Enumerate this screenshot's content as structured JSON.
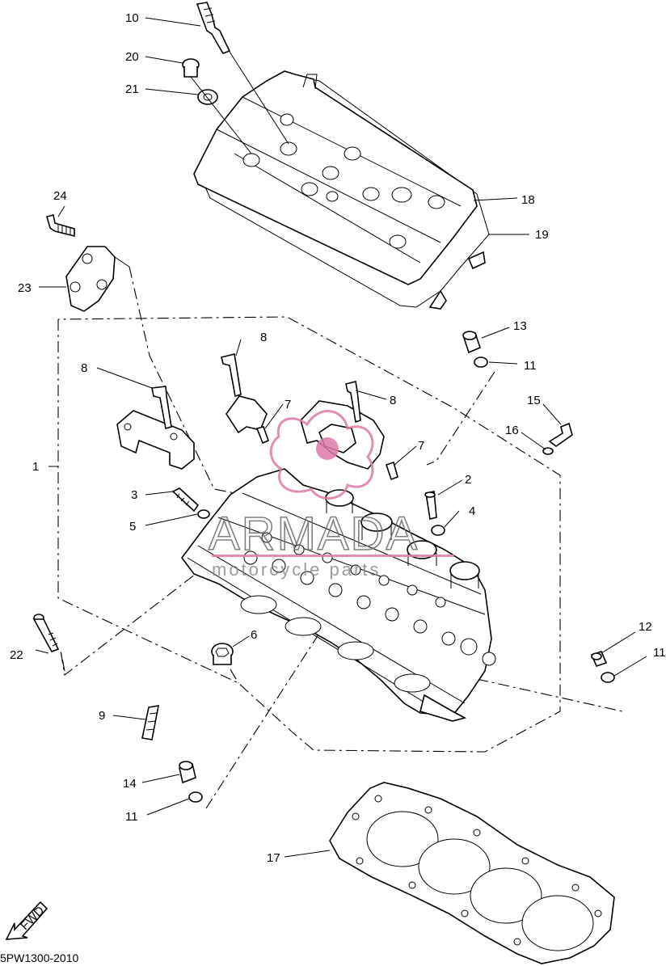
{
  "callouts": [
    {
      "id": "1",
      "label": "1"
    },
    {
      "id": "2",
      "label": "2"
    },
    {
      "id": "3",
      "label": "3"
    },
    {
      "id": "4",
      "label": "4"
    },
    {
      "id": "5",
      "label": "5"
    },
    {
      "id": "6",
      "label": "6"
    },
    {
      "id": "7a",
      "label": "7"
    },
    {
      "id": "7b",
      "label": "7"
    },
    {
      "id": "8a",
      "label": "8"
    },
    {
      "id": "8b",
      "label": "8"
    },
    {
      "id": "8c",
      "label": "8"
    },
    {
      "id": "9",
      "label": "9"
    },
    {
      "id": "10",
      "label": "10"
    },
    {
      "id": "11a",
      "label": "11"
    },
    {
      "id": "11b",
      "label": "11"
    },
    {
      "id": "11c",
      "label": "11"
    },
    {
      "id": "12",
      "label": "12"
    },
    {
      "id": "13",
      "label": "13"
    },
    {
      "id": "14",
      "label": "14"
    },
    {
      "id": "15",
      "label": "15"
    },
    {
      "id": "16",
      "label": "16"
    },
    {
      "id": "17",
      "label": "17"
    },
    {
      "id": "18",
      "label": "18"
    },
    {
      "id": "19",
      "label": "19"
    },
    {
      "id": "20",
      "label": "20"
    },
    {
      "id": "21",
      "label": "21"
    },
    {
      "id": "22",
      "label": "22"
    },
    {
      "id": "23",
      "label": "23"
    },
    {
      "id": "24",
      "label": "24"
    }
  ],
  "diagram_code": "5PW1300-2010",
  "fwd_label": "FWD",
  "watermark": {
    "brand": "ARMADA",
    "tagline": "motorcycle parts",
    "accent_color": "#e07aa8"
  }
}
